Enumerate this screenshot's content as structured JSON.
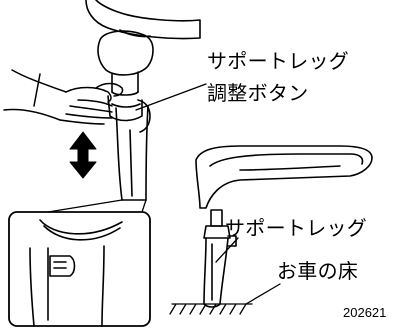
{
  "labels": {
    "support_leg_adjust_button_line1": "サポートレッグ",
    "support_leg_adjust_button_line2": "調整ボタン",
    "support_leg": "サポートレッグ",
    "car_floor": "お車の床",
    "figure_code": "202621"
  },
  "colors": {
    "ink": "#000000",
    "paper": "#ffffff"
  },
  "icons": {
    "adjust_direction": "up-down-double-arrow"
  }
}
